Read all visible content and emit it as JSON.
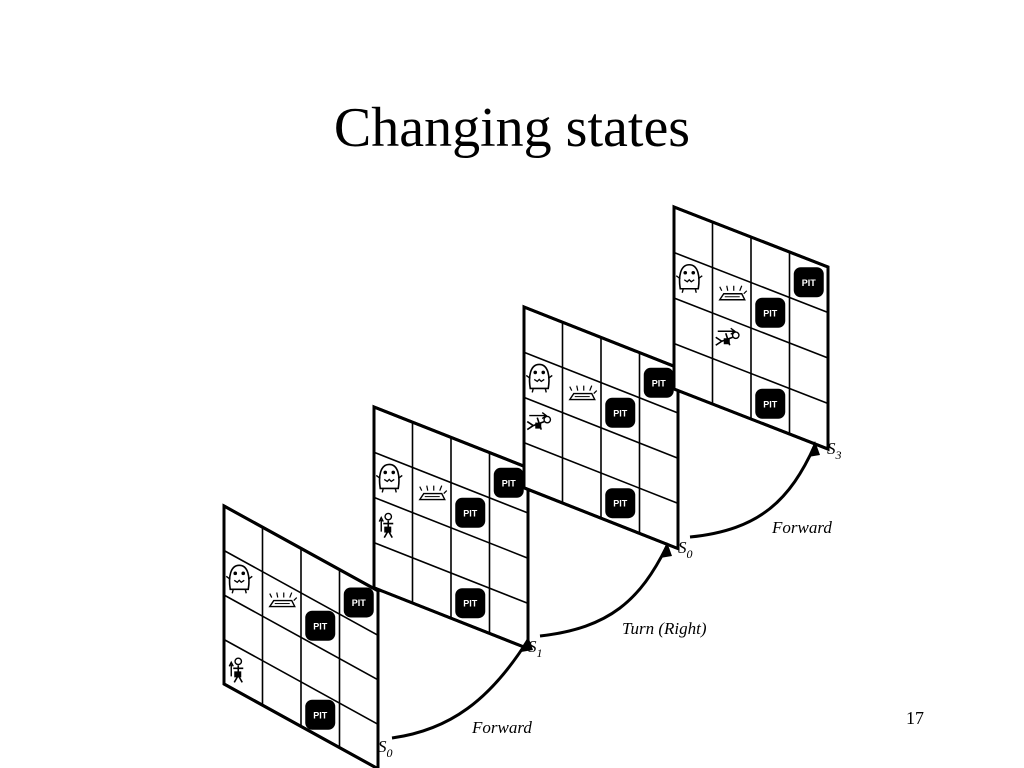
{
  "slide": {
    "title": "Changing states",
    "page_number": "17"
  },
  "diagram": {
    "states": [
      {
        "label": "S",
        "subscript": "0",
        "cells": [
          {
            "col": 0,
            "row": 1,
            "item": "wumpus-icon"
          },
          {
            "col": 1,
            "row": 1,
            "item": "gold-icon"
          },
          {
            "col": 2,
            "row": 1,
            "item": "pit",
            "text": "PIT"
          },
          {
            "col": 3,
            "row": 0,
            "item": "pit",
            "text": "PIT"
          },
          {
            "col": 2,
            "row": 3,
            "item": "pit",
            "text": "PIT"
          },
          {
            "col": 0,
            "row": 3,
            "item": "agent-up-icon"
          }
        ]
      },
      {
        "label": "S",
        "subscript": "1",
        "cells": [
          {
            "col": 0,
            "row": 1,
            "item": "wumpus-icon"
          },
          {
            "col": 1,
            "row": 1,
            "item": "gold-icon"
          },
          {
            "col": 2,
            "row": 1,
            "item": "pit",
            "text": "PIT"
          },
          {
            "col": 3,
            "row": 0,
            "item": "pit",
            "text": "PIT"
          },
          {
            "col": 2,
            "row": 3,
            "item": "pit",
            "text": "PIT"
          },
          {
            "col": 0,
            "row": 2,
            "item": "agent-up-icon"
          }
        ]
      },
      {
        "label": "S",
        "subscript": "0",
        "cells": [
          {
            "col": 0,
            "row": 1,
            "item": "wumpus-icon"
          },
          {
            "col": 1,
            "row": 1,
            "item": "gold-icon"
          },
          {
            "col": 2,
            "row": 1,
            "item": "pit",
            "text": "PIT"
          },
          {
            "col": 3,
            "row": 0,
            "item": "pit",
            "text": "PIT"
          },
          {
            "col": 2,
            "row": 3,
            "item": "pit",
            "text": "PIT"
          },
          {
            "col": 0,
            "row": 2,
            "item": "agent-right-icon"
          }
        ]
      },
      {
        "label": "S",
        "subscript": "3",
        "cells": [
          {
            "col": 0,
            "row": 1,
            "item": "wumpus-icon"
          },
          {
            "col": 1,
            "row": 1,
            "item": "gold-icon"
          },
          {
            "col": 2,
            "row": 1,
            "item": "pit",
            "text": "PIT"
          },
          {
            "col": 3,
            "row": 0,
            "item": "pit",
            "text": "PIT"
          },
          {
            "col": 2,
            "row": 3,
            "item": "pit",
            "text": "PIT"
          },
          {
            "col": 1,
            "row": 2,
            "item": "agent-right-icon"
          }
        ]
      }
    ],
    "transitions": [
      {
        "label": "Forward"
      },
      {
        "label": "Turn (Right)"
      },
      {
        "label": "Forward"
      }
    ]
  }
}
